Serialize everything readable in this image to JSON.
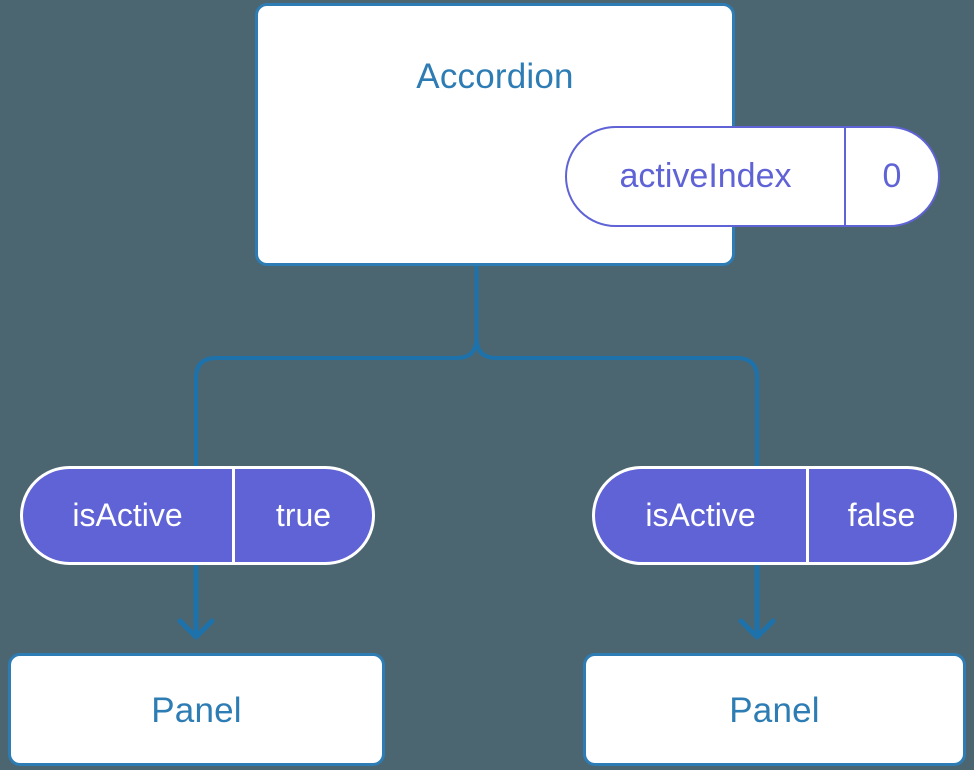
{
  "diagram": {
    "type": "component-state-tree",
    "background_color": "#4b6670",
    "accent_blue": "#2d7cb4",
    "accent_purple": "#5f63d6",
    "card_bg": "#ffffff",
    "root": {
      "title": "Accordion",
      "state": {
        "key": "activeIndex",
        "value": "0"
      }
    },
    "branches": [
      {
        "prop": {
          "key": "isActive",
          "value": "true"
        },
        "child": {
          "title": "Panel"
        }
      },
      {
        "prop": {
          "key": "isActive",
          "value": "false"
        },
        "child": {
          "title": "Panel"
        }
      }
    ]
  }
}
